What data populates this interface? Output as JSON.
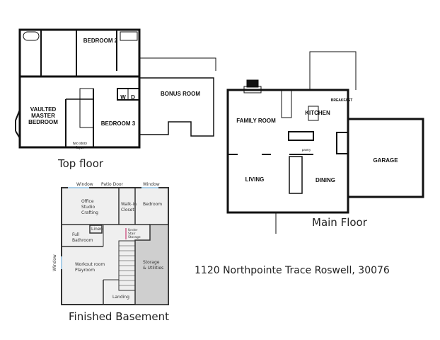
{
  "top_floor": {
    "caption": "Top floor",
    "rooms": {
      "bedroom2": "BEDROOM 2",
      "master": "VAULTED\nMASTER\nBEDROOM",
      "bedroom3": "BEDROOM 3",
      "bonus": "BONUS ROOM",
      "foyer": "two story\nfoyer",
      "washer": "W",
      "dryer": "D"
    }
  },
  "main_floor": {
    "caption": "Main Floor",
    "rooms": {
      "family": "FAMILY ROOM",
      "kitchen": "KITCHEN",
      "breakfast": "BREAKFAST",
      "pantry": "pantry",
      "living": "LIVING",
      "dining": "DINING",
      "garage": "GARAGE"
    }
  },
  "basement": {
    "caption": "Finished Basement",
    "labels": {
      "window_top_left": "Window",
      "patio_door": "Patio Door",
      "window_top_right": "Window",
      "window_left": "Window",
      "office": "Office\nStudio\nCrafting",
      "closet": "Walk-in\nCloset",
      "bedroom": "Bedroom",
      "linen": "Linen",
      "bathroom": "Full\nBathroom",
      "under_stair": "Under\nStair\nStorage",
      "workout": "Workout room\nPlayroom",
      "storage": "Storage\n& Utilities",
      "landing": "Landing"
    },
    "colors": {
      "floor": "#efefef",
      "storage": "#cfcfcf",
      "window": "#a9cde6",
      "arrow": "#c2185b"
    }
  },
  "address": "1120 Northpointe Trace Roswell, 30076"
}
